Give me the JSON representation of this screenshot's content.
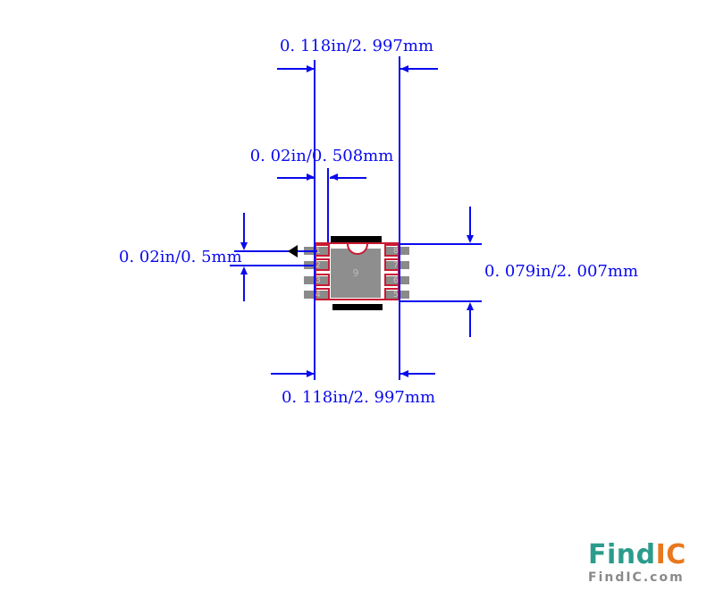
{
  "diagram": {
    "labels": {
      "top_width": "0. 118in/2. 997mm",
      "pad_length": "0. 02in/0. 508mm",
      "pin_pitch": "0. 02in/0. 5mm",
      "right_span": "0. 079in/2. 007mm",
      "bottom_width": "0. 118in/2. 997mm"
    },
    "chip": {
      "center_pin": "9",
      "left_pins": [
        "1",
        "2",
        "3",
        "4"
      ],
      "right_pins": [
        "8",
        "7",
        "6",
        "5"
      ]
    },
    "colors": {
      "dimension_blue": "#0a0aee",
      "outline_red": "#c81a32",
      "pad_gray": "#8a8a8a",
      "center_pad_gray": "#8e8e8e",
      "bar_black": "#000000",
      "pin_number_gray": "#c9c9c9"
    }
  },
  "branding": {
    "logo_find": "Find",
    "logo_ic": "IC",
    "logo_subtext": "FindIC.com",
    "teal": "#2b9c8c",
    "orange": "#e8781e",
    "sub_gray": "#8a8a8a"
  }
}
